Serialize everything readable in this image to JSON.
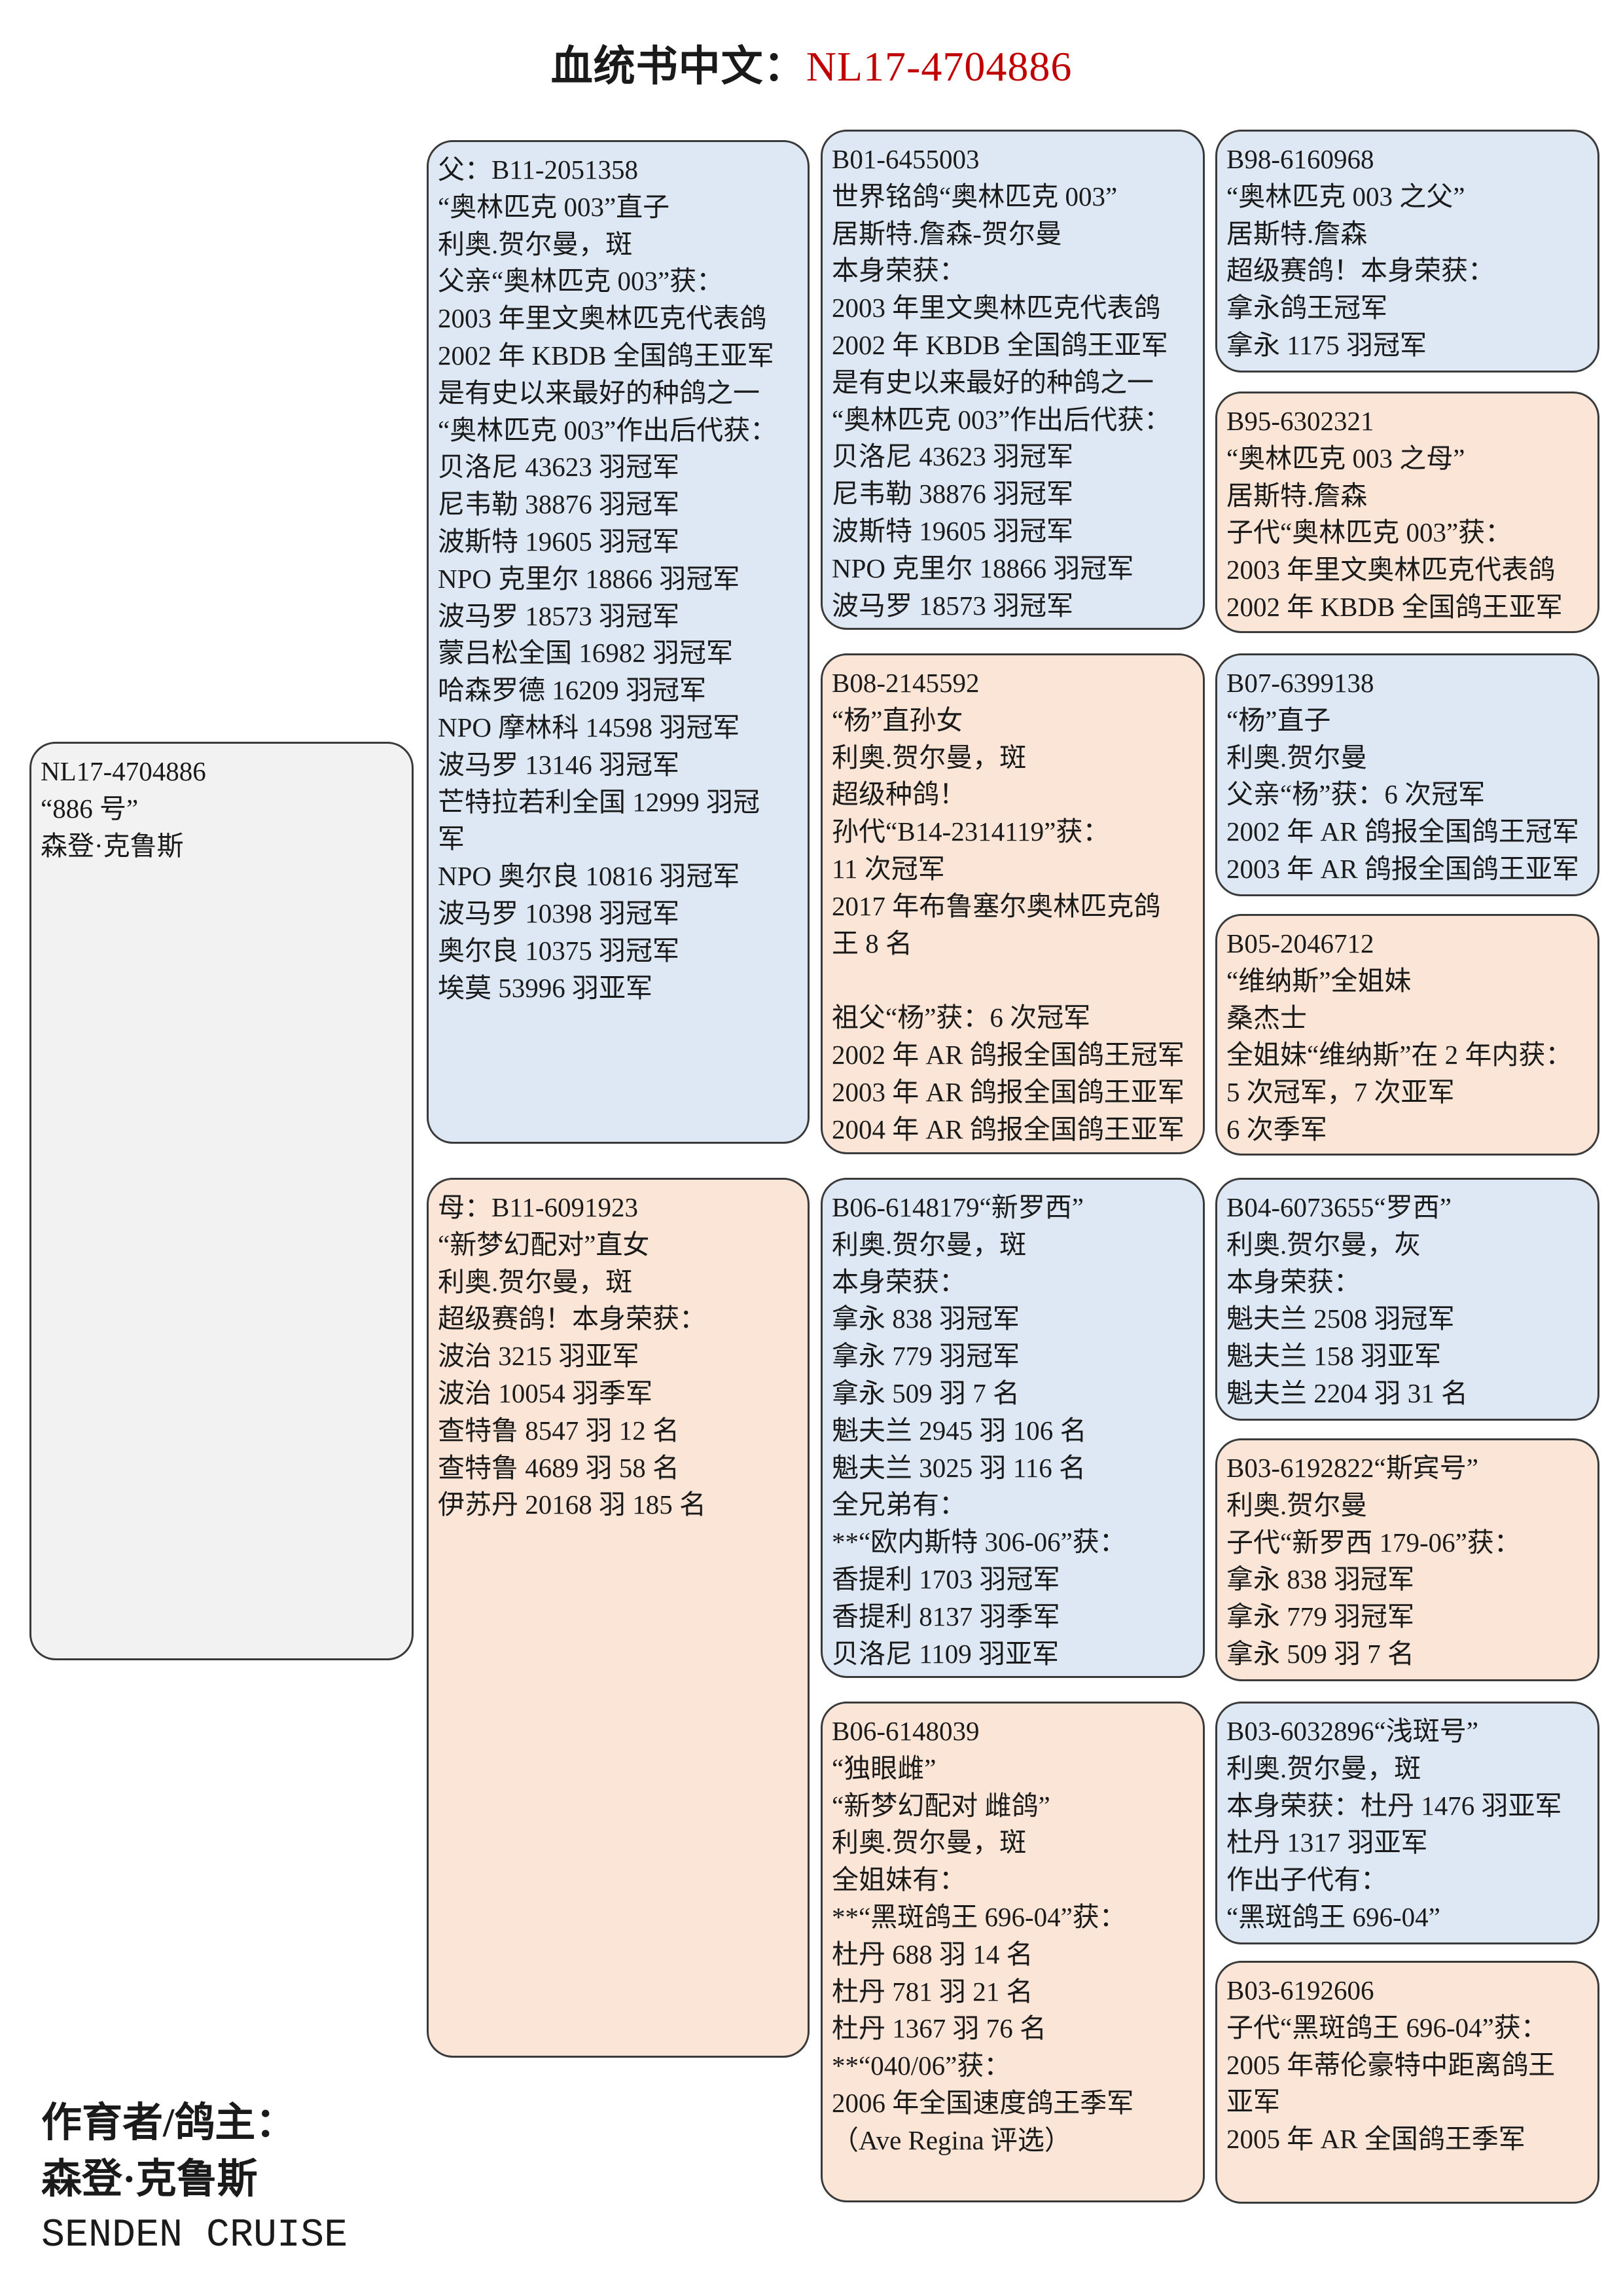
{
  "title": {
    "prefix": "血统书中文：",
    "id": "NL17-4704886",
    "id_color": "#c00000"
  },
  "colors": {
    "sire_line": "#dde8f4",
    "dam_line": "#fbe5d6",
    "subject": "#f2f2f2"
  },
  "boxes": {
    "subject": [
      "NL17-4704886",
      "“886 号”",
      "森登·克鲁斯"
    ],
    "sire": [
      "父：B11-2051358",
      "“奥林匹克 003”直子",
      "利奥.贺尔曼，斑",
      "父亲“奥林匹克 003”获：",
      "2003 年里文奥林匹克代表鸽",
      "2002 年 KBDB 全国鸽王亚军",
      "是有史以来最好的种鸽之一",
      "“奥林匹克 003”作出后代获：",
      "贝洛尼 43623 羽冠军",
      "尼韦勒 38876 羽冠军",
      "波斯特 19605 羽冠军",
      "NPO 克里尔 18866 羽冠军",
      "波马罗 18573 羽冠军",
      "蒙吕松全国 16982 羽冠军",
      "哈森罗德 16209 羽冠军",
      "NPO 摩林科 14598 羽冠军",
      "波马罗 13146 羽冠军",
      "芒特拉若利全国 12999 羽冠",
      "军",
      "NPO 奥尔良 10816 羽冠军",
      "波马罗 10398 羽冠军",
      "奥尔良 10375 羽冠军",
      "埃莫 53996 羽亚军"
    ],
    "dam": [
      "母：B11-6091923",
      "“新梦幻配对”直女",
      "利奥.贺尔曼，斑",
      "超级赛鸽！本身荣获：",
      "波治 3215 羽亚军",
      "波治 10054 羽季军",
      "查特鲁 8547 羽 12 名",
      "查特鲁 4689 羽 58 名",
      "伊苏丹 20168 羽 185 名"
    ],
    "ss": [
      "B01-6455003",
      "世界铭鸽“奥林匹克 003”",
      "居斯特.詹森-贺尔曼",
      "本身荣获：",
      "2003 年里文奥林匹克代表鸽",
      "2002 年 KBDB 全国鸽王亚军",
      "是有史以来最好的种鸽之一",
      "“奥林匹克 003”作出后代获：",
      "贝洛尼 43623 羽冠军",
      "尼韦勒 38876 羽冠军",
      "波斯特 19605 羽冠军",
      "NPO 克里尔 18866 羽冠军",
      "波马罗 18573 羽冠军"
    ],
    "sd": [
      "B08-2145592",
      "“杨”直孙女",
      "利奥.贺尔曼，斑",
      "超级种鸽！",
      "孙代“B14-2314119”获：",
      "11 次冠军",
      "2017 年布鲁塞尔奥林匹克鸽",
      "王 8 名",
      "",
      "祖父“杨”获：6 次冠军",
      "2002 年 AR 鸽报全国鸽王冠军",
      "2003 年 AR 鸽报全国鸽王亚军",
      "2004 年 AR 鸽报全国鸽王亚军"
    ],
    "ds": [
      "B06-6148179“新罗西”",
      "利奥.贺尔曼，斑",
      "本身荣获：",
      "拿永 838 羽冠军",
      "拿永 779 羽冠军",
      "拿永 509 羽 7 名",
      "魁夫兰 2945 羽 106 名",
      "魁夫兰 3025 羽 116 名",
      "全兄弟有：",
      "**“欧内斯特 306-06”获：",
      "香提利 1703 羽冠军",
      "香提利 8137 羽季军",
      "贝洛尼 1109 羽亚军"
    ],
    "dd": [
      "B06-6148039",
      "“独眼雌”",
      "“新梦幻配对 雌鸽”",
      "利奥.贺尔曼，斑",
      "全姐妹有：",
      "**“黑斑鸽王 696-04”获：",
      "杜丹 688 羽 14 名",
      "杜丹 781 羽 21 名",
      "杜丹 1367 羽 76 名",
      "**“040/06”获：",
      "2006 年全国速度鸽王季军",
      "（Ave Regina 评选）"
    ],
    "sss": [
      "B98-6160968",
      "“奥林匹克 003 之父”",
      "居斯特.詹森",
      "超级赛鸽！本身荣获：",
      "拿永鸽王冠军",
      "拿永 1175 羽冠军"
    ],
    "ssd": [
      "B95-6302321",
      "“奥林匹克 003 之母”",
      "居斯特.詹森",
      "子代“奥林匹克 003”获：",
      "2003 年里文奥林匹克代表鸽",
      "2002 年 KBDB 全国鸽王亚军"
    ],
    "sds": [
      "B07-6399138",
      "“杨”直子",
      "利奥.贺尔曼",
      "父亲“杨”获：6 次冠军",
      "2002 年 AR 鸽报全国鸽王冠军",
      "2003 年 AR 鸽报全国鸽王亚军"
    ],
    "sdd": [
      "B05-2046712",
      "“维纳斯”全姐妹",
      "桑杰士",
      "全姐妹“维纳斯”在 2 年内获：",
      "5 次冠军，7 次亚军",
      "6 次季军"
    ],
    "dss": [
      "B04-6073655“罗西”",
      "利奥.贺尔曼，灰",
      "本身荣获：",
      "魁夫兰 2508 羽冠军",
      "魁夫兰 158 羽亚军",
      "魁夫兰 2204 羽 31 名"
    ],
    "dsd": [
      "B03-6192822“斯宾号”",
      "利奥.贺尔曼",
      "子代“新罗西 179-06”获：",
      "拿永 838 羽冠军",
      "拿永 779 羽冠军",
      "拿永 509 羽 7 名"
    ],
    "dds": [
      "B03-6032896“浅斑号”",
      "利奥.贺尔曼，斑",
      "本身荣获：杜丹 1476 羽亚军",
      "杜丹 1317 羽亚军",
      "作出子代有：",
      "“黑斑鸽王 696-04”"
    ],
    "ddd": [
      "B03-6192606",
      "子代“黑斑鸽王 696-04”获：",
      "2005 年蒂伦豪特中距离鸽王",
      "亚军",
      "2005 年 AR 全国鸽王季军"
    ]
  },
  "breeder": {
    "label": "作育者/鸽主：",
    "name_cn": "森登·克鲁斯",
    "name_en": "SENDEN CRUISE"
  }
}
